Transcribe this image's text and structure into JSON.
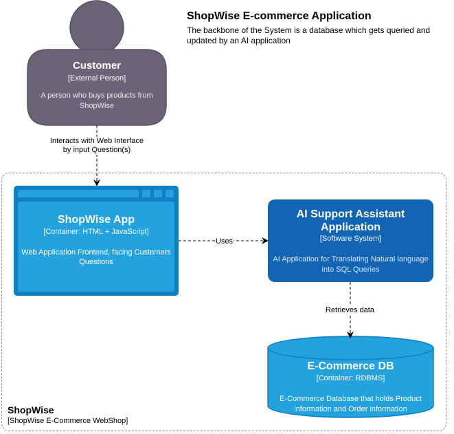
{
  "header": {
    "title": "ShopWise E-commerce Application",
    "description": "The backbone of the System is a database which gets queried and updated by an AI application"
  },
  "person": {
    "name": "Customer",
    "type": "[External Person]",
    "description": "A person who buys products from ShopWise",
    "color": "#6b6477"
  },
  "boundary": {
    "name": "ShopWise",
    "type": "[ShopWise E-Commerce WebShop]"
  },
  "app": {
    "name": "ShopWise App",
    "type": "[Container: HTML + JavaScript]",
    "description": "Web Application Frontend, facing Customers Questions",
    "color": "#23a2de"
  },
  "ai_system": {
    "name": "AI Support Assistant Application",
    "type": "[Software System]",
    "description": "AI Application for Translating Natural language into SQL Queries",
    "color": "#1264b4"
  },
  "database": {
    "name": "E-Commerce DB",
    "type": "[Container: RDBMS]",
    "description": "E-Commerce Database that holds Product information and Order information",
    "color": "#23a2de"
  },
  "relationships": {
    "customer_to_app": "Interacts with Web Interface by input Question(s)",
    "app_to_ai": "Uses",
    "ai_to_db": "Retrieves data"
  }
}
